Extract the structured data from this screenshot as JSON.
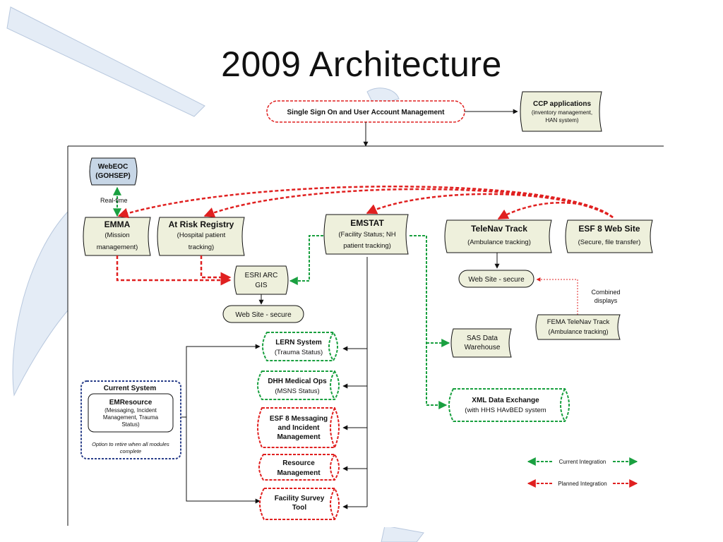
{
  "slide": {
    "title": "2009 Architecture"
  },
  "nodes": {
    "sso": {
      "label": "Single Sign On and User Account Management"
    },
    "ccp": {
      "title": "CCP applications",
      "sub1": "(inventory management,",
      "sub2": "HAN system)"
    },
    "webeoc": {
      "line1": "WebEOC",
      "line2": "(GOHSEP)"
    },
    "realtime": {
      "label": "Real-time"
    },
    "emma": {
      "title": "EMMA",
      "sub1": "(Mission",
      "sub2": "management)"
    },
    "risk": {
      "title": "At Risk Registry",
      "sub1": "(Hospital patient",
      "sub2": "tracking)"
    },
    "emstat": {
      "title": "EMSTAT",
      "sub1": "(Facility Status; NH",
      "sub2": "patient tracking)"
    },
    "telenav": {
      "title": "TeleNav Track",
      "sub1": "(Ambulance tracking)"
    },
    "esf8web": {
      "title": "ESF 8 Web Site",
      "sub1": "(Secure, file transfer)"
    },
    "esri": {
      "line1": "ESRI ARC",
      "line2": "GIS"
    },
    "web1": {
      "label": "Web Site - secure"
    },
    "web2": {
      "label": "Web Site - secure"
    },
    "combined": {
      "line1": "Combined",
      "line2": "displays"
    },
    "fema": {
      "line1": "FEMA TeleNav Track",
      "line2": "(Ambulance tracking)"
    },
    "sas": {
      "line1": "SAS Data",
      "line2": "Warehouse"
    },
    "lern": {
      "title": "LERN System",
      "sub1": "(Trauma Status)"
    },
    "dhh": {
      "title": "DHH Medical Ops",
      "sub1": "(MSNS Status)"
    },
    "esf8msg": {
      "line1": "ESF 8 Messaging",
      "line2": "and Incident",
      "line3": "Management"
    },
    "resource": {
      "line1": "Resource",
      "line2": "Management"
    },
    "survey": {
      "line1": "Facility Survey",
      "line2": "Tool"
    },
    "xml": {
      "title": "XML Data Exchange",
      "sub1": "(with HHS HAvBED system"
    },
    "current": {
      "title": "Current System",
      "emr_title": "EMResource",
      "emr1": "(Messaging, Incident",
      "emr2": "Management, Trauma",
      "emr3": "Status)",
      "note1": "Option to retire when all modules",
      "note2": "complete"
    }
  },
  "legend": {
    "current": "Current Integration",
    "planned": "Planned Integration"
  },
  "colors": {
    "planned": "#e02020",
    "current": "#1aa040",
    "box_fill": "#eef0dc",
    "webeoc_fill": "#c7d6e6",
    "current_system": "#2a3f8a"
  }
}
